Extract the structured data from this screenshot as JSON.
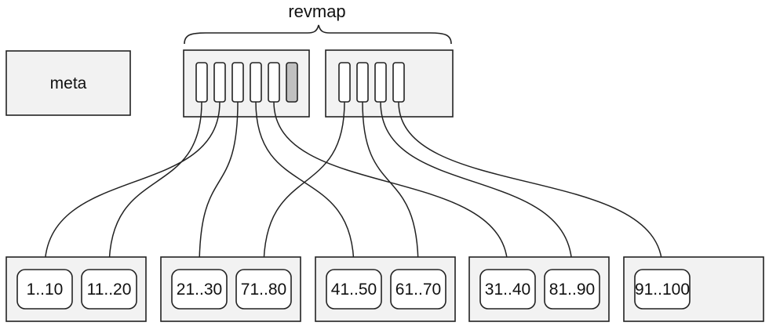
{
  "title": "revmap",
  "meta_label": "meta",
  "revmap_pages": [
    {
      "slots": 6,
      "filled_slots": [
        6
      ]
    },
    {
      "slots": 4,
      "filled_slots": []
    }
  ],
  "data_pages": [
    {
      "ranges": [
        "1..10",
        "11..20"
      ]
    },
    {
      "ranges": [
        "21..30",
        "71..80"
      ]
    },
    {
      "ranges": [
        "41..50",
        "61..70"
      ]
    },
    {
      "ranges": [
        "31..40",
        "81..90"
      ]
    },
    {
      "ranges": [
        "91..100"
      ]
    }
  ],
  "colors": {
    "page_fill": "#f2f2f2",
    "stroke": "#222222",
    "filled_slot": "#c0c0c0"
  }
}
